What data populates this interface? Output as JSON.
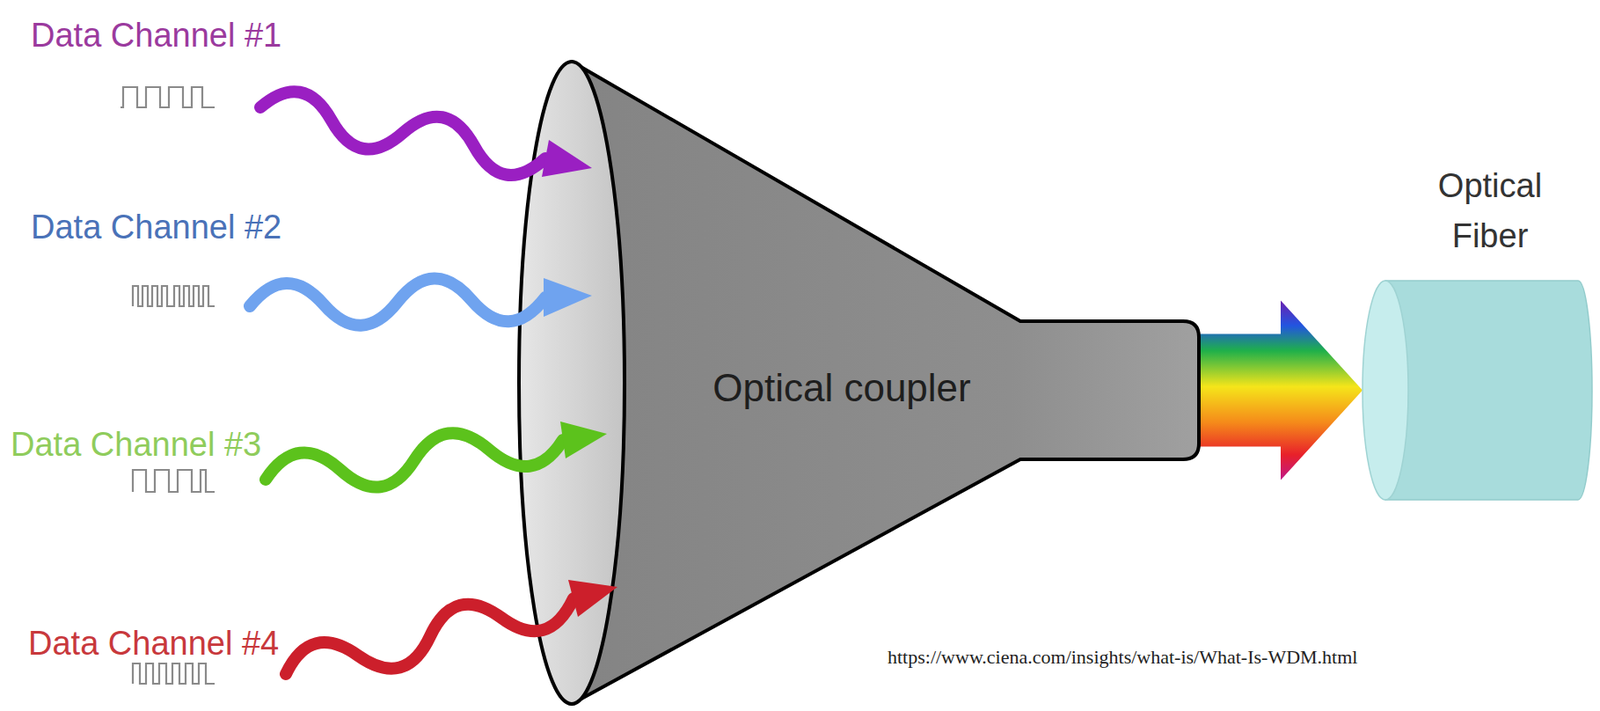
{
  "diagram": {
    "nodes": [
      {
        "text": [
          "Optical coupler"
        ]
      },
      {
        "text": [
          "Optical Fiber"
        ]
      }
    ],
    "edges": [
      {
        "from": 0,
        "to": 1,
        "arrow": "to"
      }
    ],
    "labels": [
      "Data Channel #1",
      "Data Channel #2",
      "Data Channel #3",
      "Data Channel #4",
      "https://www.ciena.com/insights/what-is/What-Is-WDM.html"
    ]
  }
}
